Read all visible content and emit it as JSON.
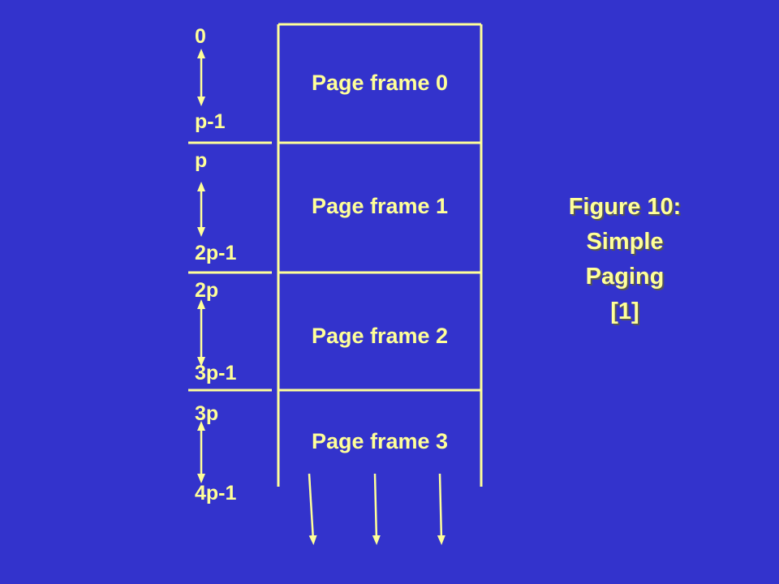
{
  "frames": [
    {
      "label": "Page frame 0"
    },
    {
      "label": "Page frame 1"
    },
    {
      "label": "Page frame 2"
    },
    {
      "label": "Page frame 3"
    }
  ],
  "addresses": [
    "0",
    "p-1",
    "p",
    "2p-1",
    "2p",
    "3p-1",
    "3p",
    "4p-1"
  ],
  "caption": {
    "lines": [
      "Figure 10:",
      "Simple",
      "Paging",
      "[1]"
    ]
  },
  "colors": {
    "background": "#3333cc",
    "foreground": "#ffff99",
    "shadow": "#555555"
  }
}
